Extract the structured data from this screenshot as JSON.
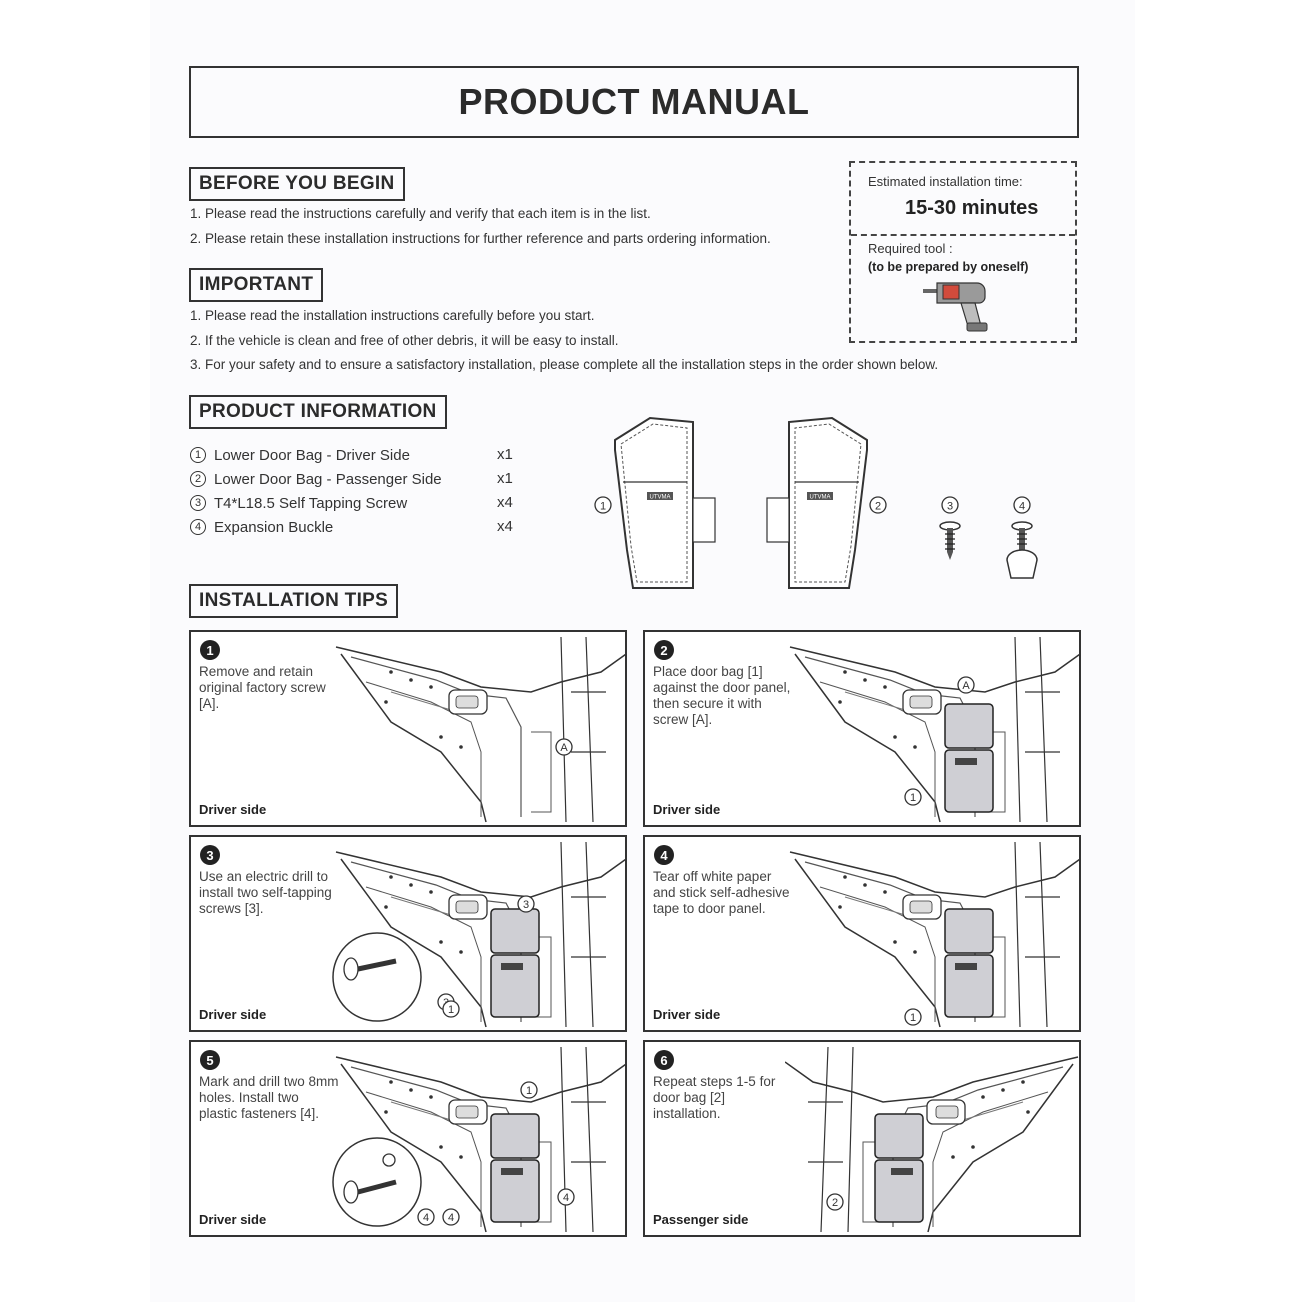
{
  "title": "PRODUCT MANUAL",
  "before_you_begin": {
    "heading": "BEFORE YOU BEGIN",
    "items": [
      "1. Please read the instructions carefully and verify that each item is in the list.",
      "2. Please retain these installation instructions for further reference and parts ordering information."
    ]
  },
  "important": {
    "heading": "IMPORTANT",
    "items": [
      "1. Please read the installation instructions carefully before you start.",
      "2. If the vehicle is clean and free of other debris, it will be easy to install.",
      "3. For your safety and to ensure a satisfactory installation, please complete all the installation steps in the order shown below."
    ]
  },
  "time_box": {
    "time_label": "Estimated installation time:",
    "time_value": "15-30 minutes",
    "tool_label": "Required tool :",
    "tool_note": "(to be prepared by oneself)",
    "tool_icon": "electric-drill-icon"
  },
  "product_information": {
    "heading": "PRODUCT INFORMATION",
    "parts": [
      {
        "num": "1",
        "name": "Lower Door Bag - Driver Side",
        "qty": "x1"
      },
      {
        "num": "2",
        "name": "Lower Door Bag - Passenger Side",
        "qty": "x1"
      },
      {
        "num": "3",
        "name": "T4*L18.5 Self Tapping Screw",
        "qty": "x4"
      },
      {
        "num": "4",
        "name": "Expansion Buckle",
        "qty": "x4"
      }
    ],
    "diagram_labels": [
      "1",
      "2",
      "3",
      "4"
    ],
    "bag_logo": "UTVMA"
  },
  "installation_tips": {
    "heading": "INSTALLATION TIPS",
    "steps": [
      {
        "num": "1",
        "desc": "Remove and retain original factory screw [A].",
        "side": "Driver side",
        "callouts": [
          "A"
        ]
      },
      {
        "num": "2",
        "desc": "Place door bag [1] against the door panel, then secure it with screw [A].",
        "side": "Driver side",
        "callouts": [
          "A",
          "1"
        ]
      },
      {
        "num": "3",
        "desc": "Use an electric drill to install two self-tapping screws [3].",
        "side": "Driver side",
        "callouts": [
          "3",
          "3",
          "1"
        ]
      },
      {
        "num": "4",
        "desc": "Tear off white paper and stick self-adhesive tape to door panel.",
        "side": "Driver side",
        "callouts": [
          "1"
        ]
      },
      {
        "num": "5",
        "desc": "Mark and drill two 8mm holes. Install two plastic fasteners [4].",
        "side": "Driver side",
        "callouts": [
          "1",
          "4",
          "4",
          "4"
        ]
      },
      {
        "num": "6",
        "desc": "Repeat steps 1-5 for door bag [2] installation.",
        "side": "Passenger side",
        "callouts": [
          "2"
        ]
      }
    ]
  }
}
